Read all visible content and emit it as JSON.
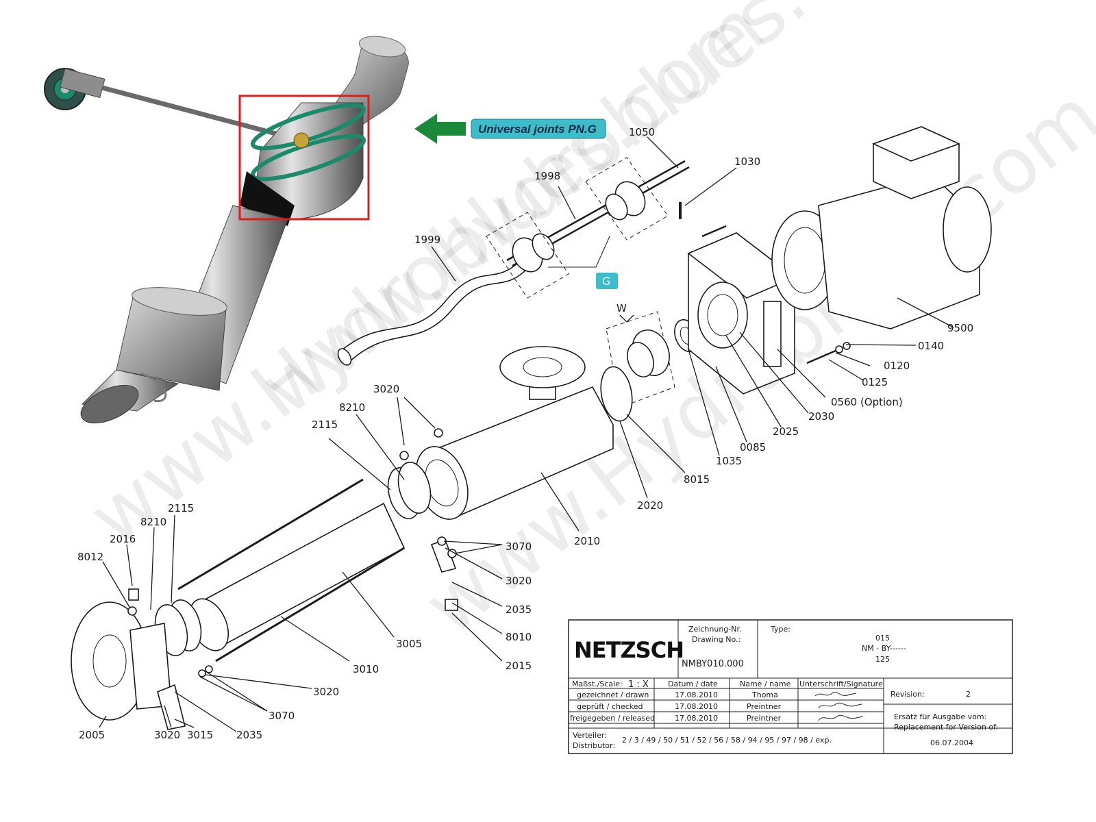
{
  "callout": {
    "label": "Universal joints PN.G",
    "badge_color": "#3dbccc",
    "arrow_color": "#1a8a3a",
    "highlight_color": "#e01b1b"
  },
  "marker": {
    "label": "G"
  },
  "watermark": {
    "line1": "www.Hydroblues.com",
    "line2": "www.Hydroblues.com",
    "line3": "www.Hydroblues.com"
  },
  "photo": {
    "seal_color": "#1a8a6a",
    "metal_color": "#b8b8b8"
  },
  "parts": {
    "p1050": "1050",
    "p1030": "1030",
    "p1998": "1998",
    "p1999": "1999",
    "pW": "W",
    "p9500": "9500",
    "p0140": "0140",
    "p0120": "0120",
    "p0125": "0125",
    "p0560": "0560 (Option)",
    "p2030": "2030",
    "p2025": "2025",
    "p0085": "0085",
    "p1035": "1035",
    "p8015": "8015",
    "p2020": "2020",
    "p2010": "2010",
    "p3020a": "3020",
    "p8210a": "8210",
    "p2115a": "2115",
    "p2115b": "2115",
    "p8210b": "8210",
    "p2016": "2016",
    "p8012": "8012",
    "p3070a": "3070",
    "p3020b": "3020",
    "p2035a": "2035",
    "p8010": "8010",
    "p2015": "2015",
    "p3005": "3005",
    "p3010": "3010",
    "p3020c": "3020",
    "p3070b": "3070",
    "p2035b": "2035",
    "p2005": "2005",
    "p3020d": "3020",
    "p3015": "3015"
  },
  "title_block": {
    "logo": "NETZSCH",
    "drawing_no_label_de": "Zeichnung-Nr.",
    "drawing_no_label_en": "Drawing No.:",
    "drawing_no": "NMBY010.000",
    "type_label": "Type:",
    "type_line1": "015",
    "type_line2": "NM  -  BY------",
    "type_line3": "125",
    "scale_label": "Maßst./Scale:",
    "scale_value": "1 : X",
    "date_header": "Datum / date",
    "name_header": "Name / name",
    "signature_header": "Unterschrift/Signature",
    "rows": [
      {
        "label": "gezeichnet / drawn",
        "date": "17.08.2010",
        "name": "Thoma"
      },
      {
        "label": "geprüft / checked",
        "date": "17.08.2010",
        "name": "Preintner"
      },
      {
        "label": "freigegeben / released",
        "date": "17.08.2010",
        "name": "Preintner"
      }
    ],
    "revision_label": "Revision:",
    "revision_value": "2",
    "replacement_de": "Ersatz für Ausgabe vom:",
    "replacement_en": "Replacement for Version of:",
    "replacement_date": "06.07.2004",
    "distributor_label_de": "Verteiler:",
    "distributor_label_en": "Distributor:",
    "distributor_list": "2 / 3 / 49 / 50 / 51 / 52 / 56 / 58 / 94 / 95 / 97 / 98 / exp."
  }
}
